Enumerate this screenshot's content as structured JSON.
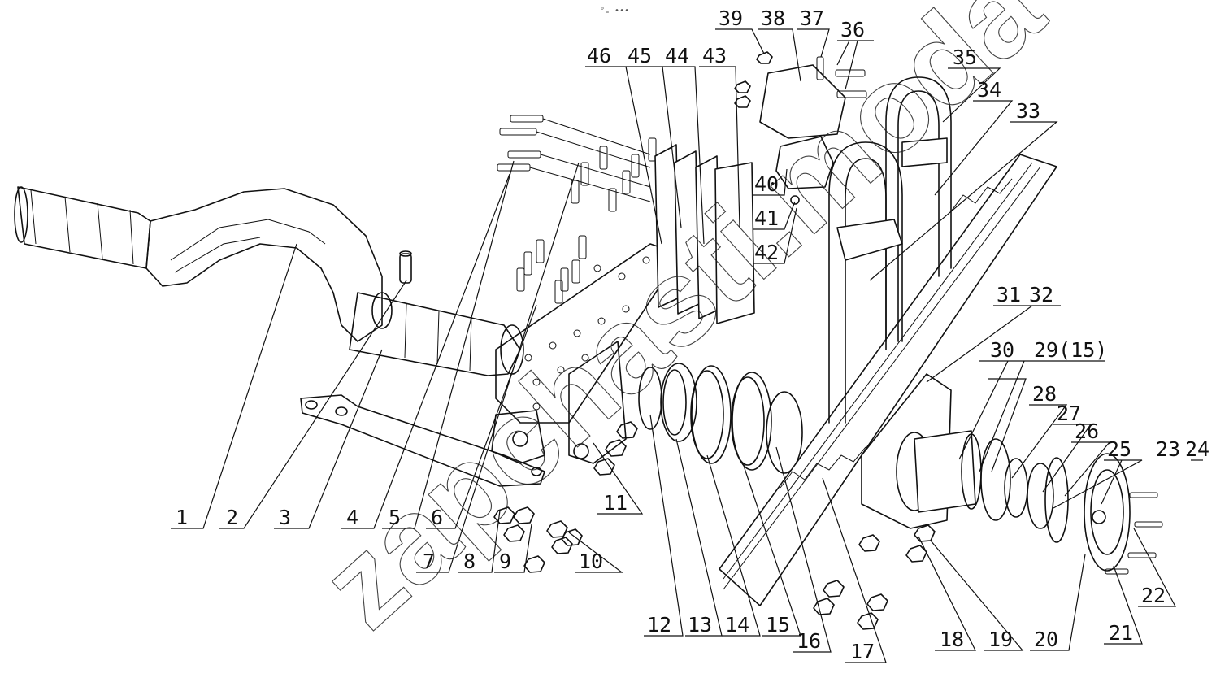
{
  "diagram": {
    "header_mark": "°ₐ •••",
    "watermark_text": "zapchasti.moda",
    "callouts": [
      "1",
      "2",
      "3",
      "4",
      "5",
      "6",
      "7",
      "8",
      "9",
      "10",
      "11",
      "12",
      "13",
      "14",
      "15",
      "16",
      "17",
      "18",
      "19",
      "20",
      "21",
      "22",
      "23",
      "24",
      "25",
      "26",
      "27",
      "28",
      "29(15)",
      "30",
      "31",
      "32",
      "33",
      "34",
      "35",
      "36",
      "37",
      "38",
      "39",
      "40",
      "41",
      "42",
      "43",
      "44",
      "45",
      "46"
    ]
  }
}
